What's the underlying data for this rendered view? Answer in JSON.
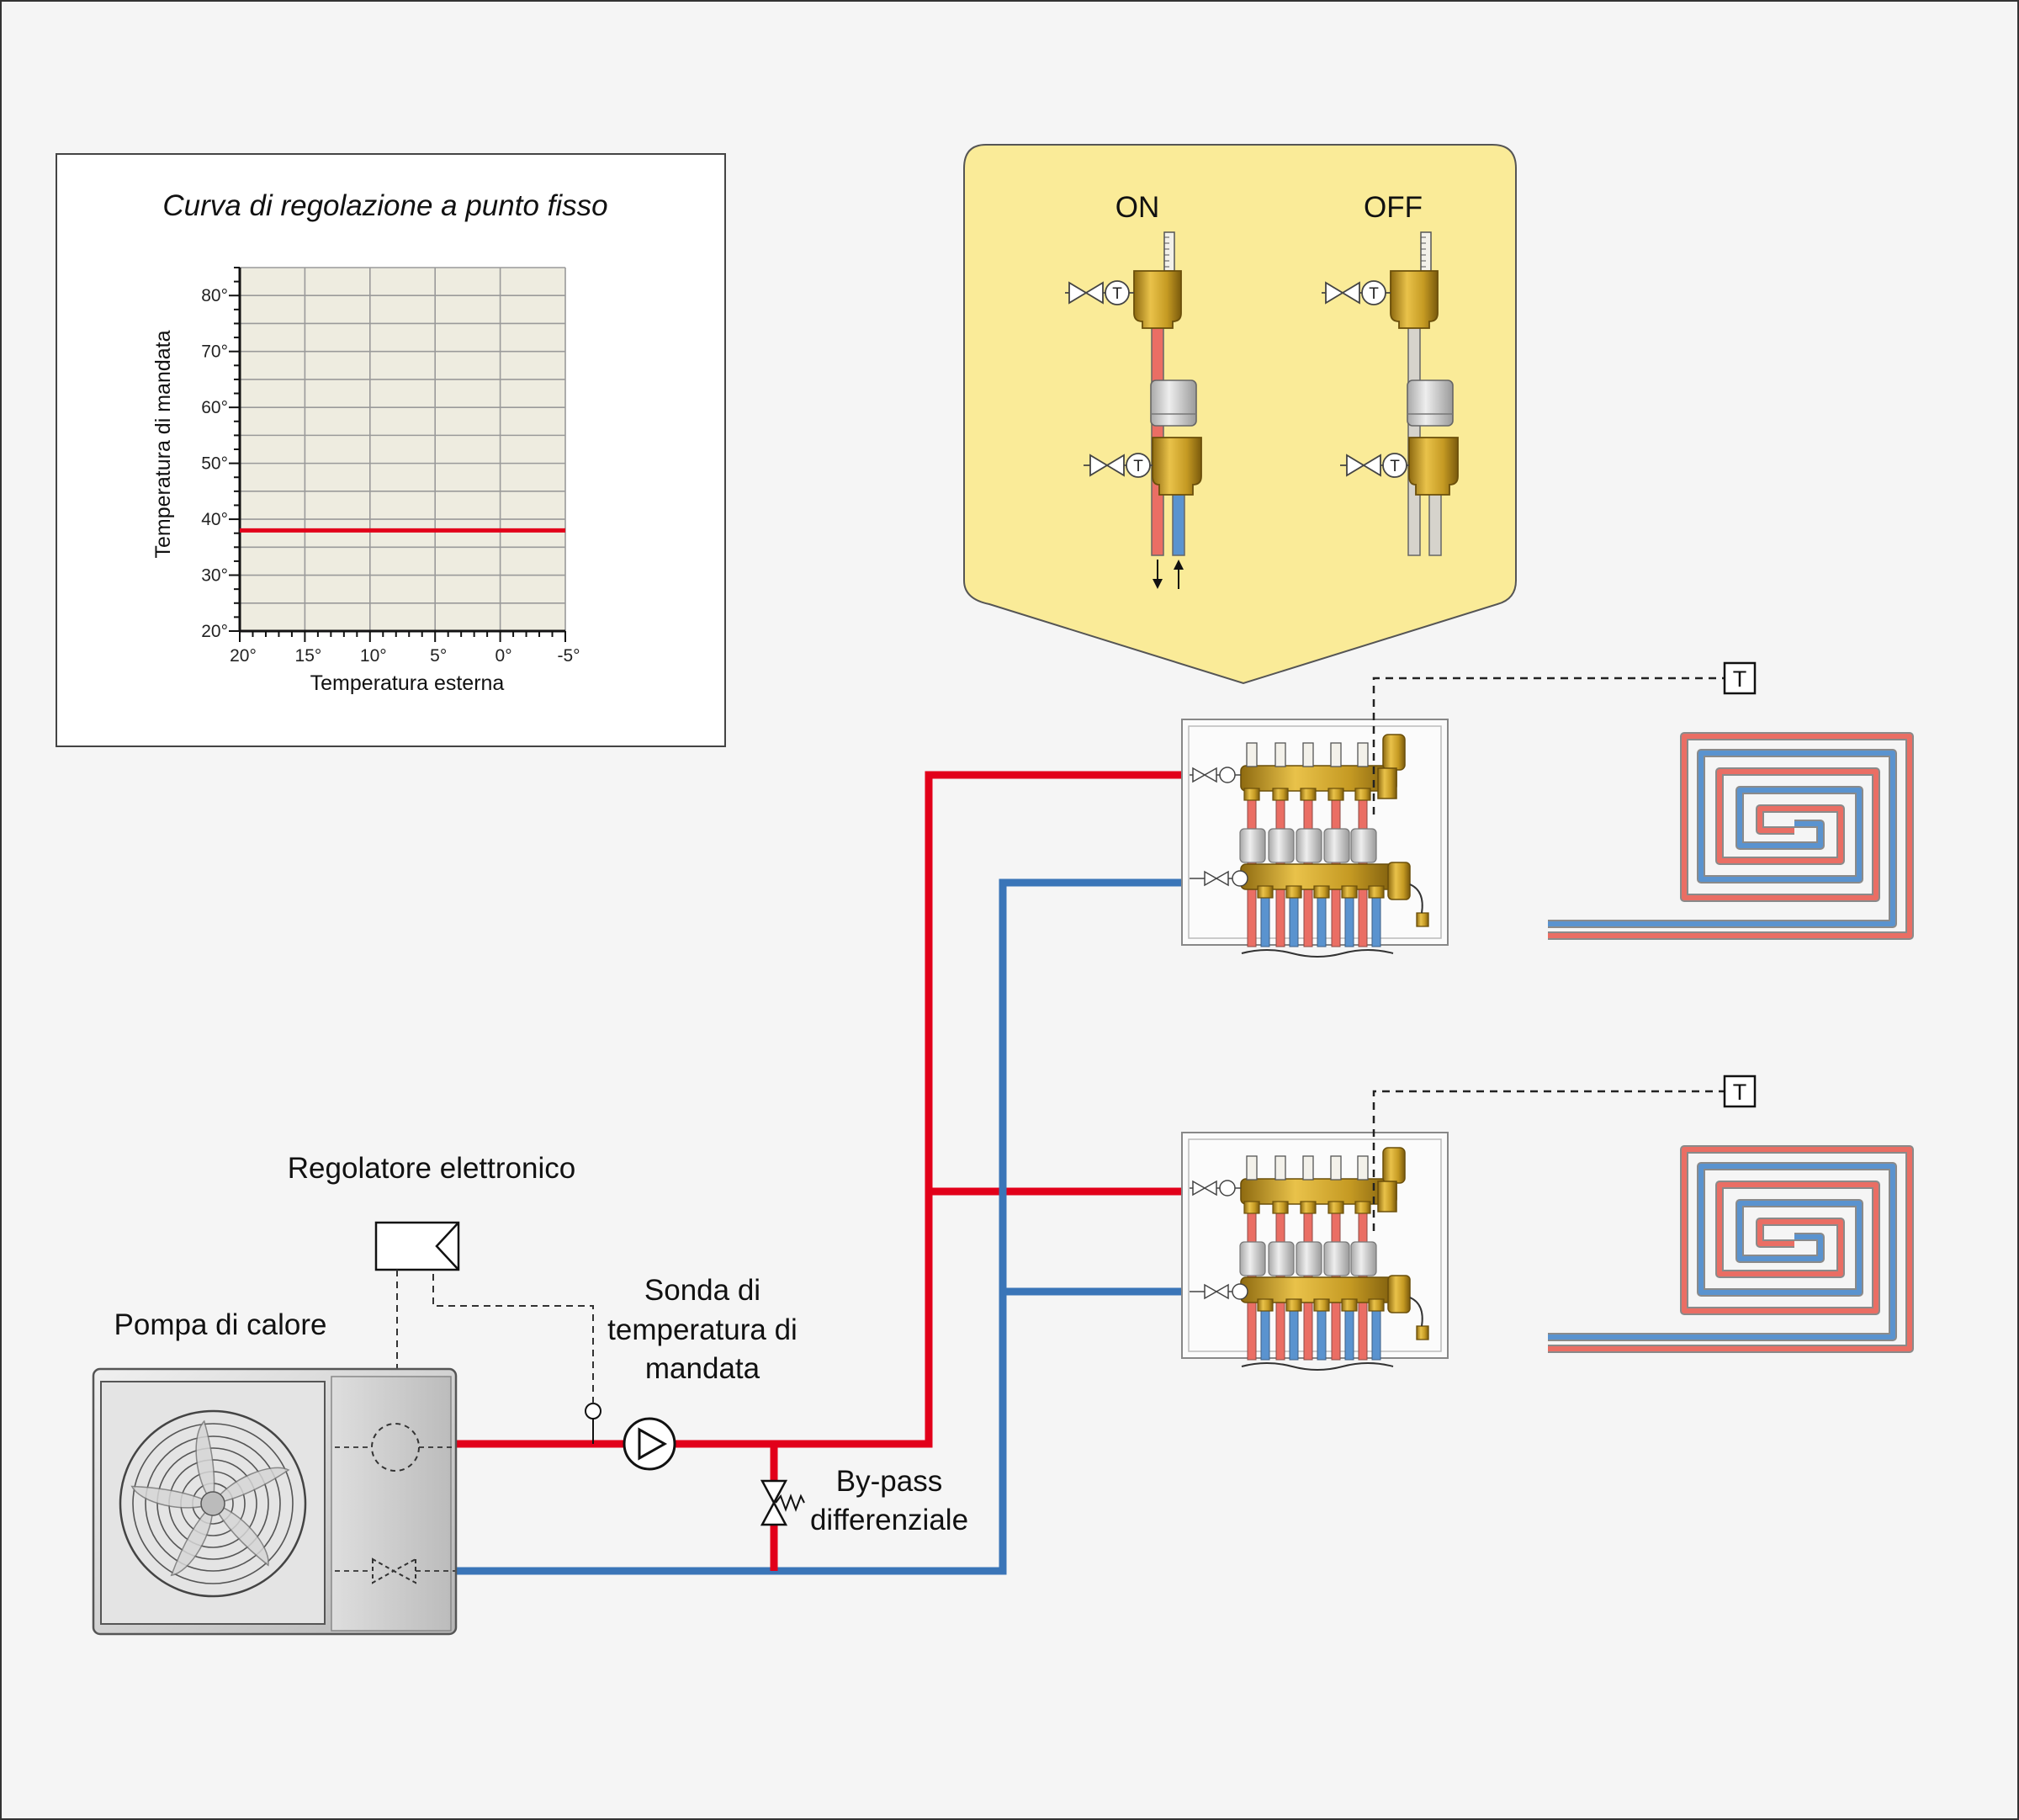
{
  "chart": {
    "title": "Curva di regolazione a punto fisso",
    "xlabel": "Temperatura esterna",
    "ylabel": "Temperatura di mandata",
    "x_ticks": [
      "20°",
      "15°",
      "10°",
      "5°",
      "0°",
      "-5°"
    ],
    "y_ticks": [
      "80°",
      "70°",
      "60°",
      "50°",
      "40°",
      "30°",
      "20°"
    ]
  },
  "chart_data": {
    "type": "line",
    "title": "Curva di regolazione a punto fisso",
    "xlabel": "Temperatura esterna",
    "ylabel": "Temperatura di mandata",
    "xlim": [
      20,
      -5
    ],
    "ylim": [
      20,
      85
    ],
    "grid": true,
    "series": [
      {
        "x": [
          20,
          -5
        ],
        "y": [
          38,
          38
        ]
      }
    ]
  },
  "inset": {
    "on_label": "ON",
    "off_label": "OFF"
  },
  "labels": {
    "heat_pump": "Pompa di calore",
    "controller": "Regolatore elettronico",
    "sensor_line1": "Sonda di",
    "sensor_line2": "temperatura di",
    "sensor_line3": "mandata",
    "bypass_line1": "By-pass",
    "bypass_line2": "differenziale",
    "thermostat": "T",
    "valve_t": "T"
  },
  "colors": {
    "supply": "#e2001a",
    "return": "#3a75b8",
    "coil_red": "#ea6e64",
    "coil_blue": "#5a93cf",
    "brass": "#c9a227",
    "inset_bg": "#faeb98",
    "chart_bg": "#eeece0"
  }
}
